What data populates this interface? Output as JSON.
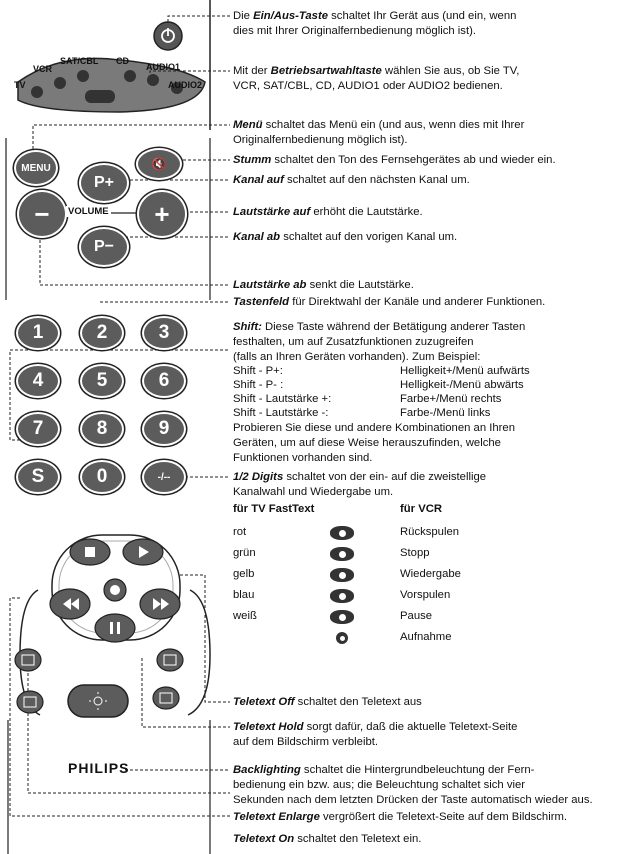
{
  "remote": {
    "selector_labels": {
      "tv": "TV",
      "vcr": "VCR",
      "satcbl": "SAT/CBL",
      "cd": "CD",
      "audio1": "AUDIO1",
      "audio2": "AUDIO2"
    },
    "menu_label": "MENU",
    "pplus": "P+",
    "pminus": "P−",
    "volume_label": "VOLUME",
    "minus": "−",
    "plus": "+",
    "keys": [
      "1",
      "2",
      "3",
      "4",
      "5",
      "6",
      "7",
      "8",
      "9",
      "S",
      "0",
      "-/--"
    ],
    "brand": "PHILIPS"
  },
  "descriptions": {
    "power": {
      "term": "Ein/Aus-Taste",
      "pre": "Die ",
      "rest": " schaltet Ihr Gerät aus (und ein, wenn",
      "line2": "dies mit Ihrer Originalfernbedienung möglich ist)."
    },
    "mode": {
      "pre": "Mit der ",
      "term": "Betriebsartwahltaste",
      "rest": " wählen Sie aus, ob Sie TV,",
      "line2": "VCR, SAT/CBL, CD, AUDIO1 oder AUDIO2 bedienen."
    },
    "menu": {
      "term": "Menü",
      "rest": " schaltet das Menü ein (und aus, wenn dies mit Ihrer",
      "line2": "Originalfernbedienung möglich ist)."
    },
    "mute": {
      "term": "Stumm",
      "rest": " schaltet den Ton des Fernsehgerätes ab und wieder ein."
    },
    "chup": {
      "term": "Kanal auf",
      "rest": " schaltet auf den nächsten Kanal um."
    },
    "volup": {
      "term": "Lautstärke auf",
      "rest": " erhöht die Lautstärke."
    },
    "chdown": {
      "term": "Kanal ab",
      "rest": " schaltet auf den vorigen Kanal um."
    },
    "voldown": {
      "term": "Lautstärke ab",
      "rest": " senkt die Lautstärke."
    },
    "keypad": {
      "term": "Tastenfeld",
      "rest": " für Direktwahl der Kanäle und anderer Funktionen."
    },
    "shift": {
      "term": "Shift:",
      "rest": " Diese Taste während der Betätigung anderer Tasten",
      "line2": "festhalten, um auf Zusatzfunktionen zuzugreifen",
      "line3": "(falls an Ihren Geräten vorhanden). Zum Beispiel:",
      "combos": [
        {
          "key": "Shift - P+:",
          "fn": "Helligkeit+/Menü aufwärts"
        },
        {
          "key": "Shift - P- :",
          "fn": "Helligkeit-/Menü abwärts"
        },
        {
          "key": "Shift - Lautstärke +:",
          "fn": "Farbe+/Menü rechts"
        },
        {
          "key": "Shift - Lautstärke -:",
          "fn": "Farbe-/Menü links"
        }
      ],
      "line8": "Probieren Sie diese und andere Kombinationen an Ihren",
      "line9": "Geräten, um auf diese Weise herauszufinden, welche",
      "line10": "Funktionen vorhanden sind."
    },
    "digits": {
      "term": "1/2 Digits",
      "rest": " schaltet von der ein- auf die zweistellige",
      "line2": "Kanalwahl und Wiedergabe um."
    },
    "table": {
      "left_header": "für TV FastText",
      "right_header": "für VCR",
      "rows": [
        {
          "tv": "rot",
          "vcr": "Rückspulen"
        },
        {
          "tv": "grün",
          "vcr": "Stopp"
        },
        {
          "tv": "gelb",
          "vcr": "Wiedergabe"
        },
        {
          "tv": "blau",
          "vcr": "Vorspulen"
        },
        {
          "tv": "weiß",
          "vcr": "Pause"
        },
        {
          "tv": "",
          "vcr": "Aufnahme"
        }
      ]
    },
    "ttoff": {
      "term": "Teletext Off",
      "rest": " schaltet den Teletext aus"
    },
    "tthold": {
      "term": "Teletext Hold",
      "rest": " sorgt dafür, daß die aktuelle Teletext-Seite",
      "line2": "auf dem Bildschirm verbleibt."
    },
    "backlight": {
      "term": "Backlighting",
      "rest": " schaltet die Hintergrundbeleuchtung der Fern-",
      "line2": "bedienung ein bzw. aus; die Beleuchtung schaltet sich vier",
      "line3": "Sekunden nach dem letzten Drücken der Taste automatisch wieder aus."
    },
    "ttenlarge": {
      "term": "Teletext Enlarge",
      "rest": " vergrößert die Teletext-Seite auf dem Bildschirm."
    },
    "tton": {
      "term": "Teletext On",
      "rest": " schaltet den Teletext ein."
    }
  }
}
